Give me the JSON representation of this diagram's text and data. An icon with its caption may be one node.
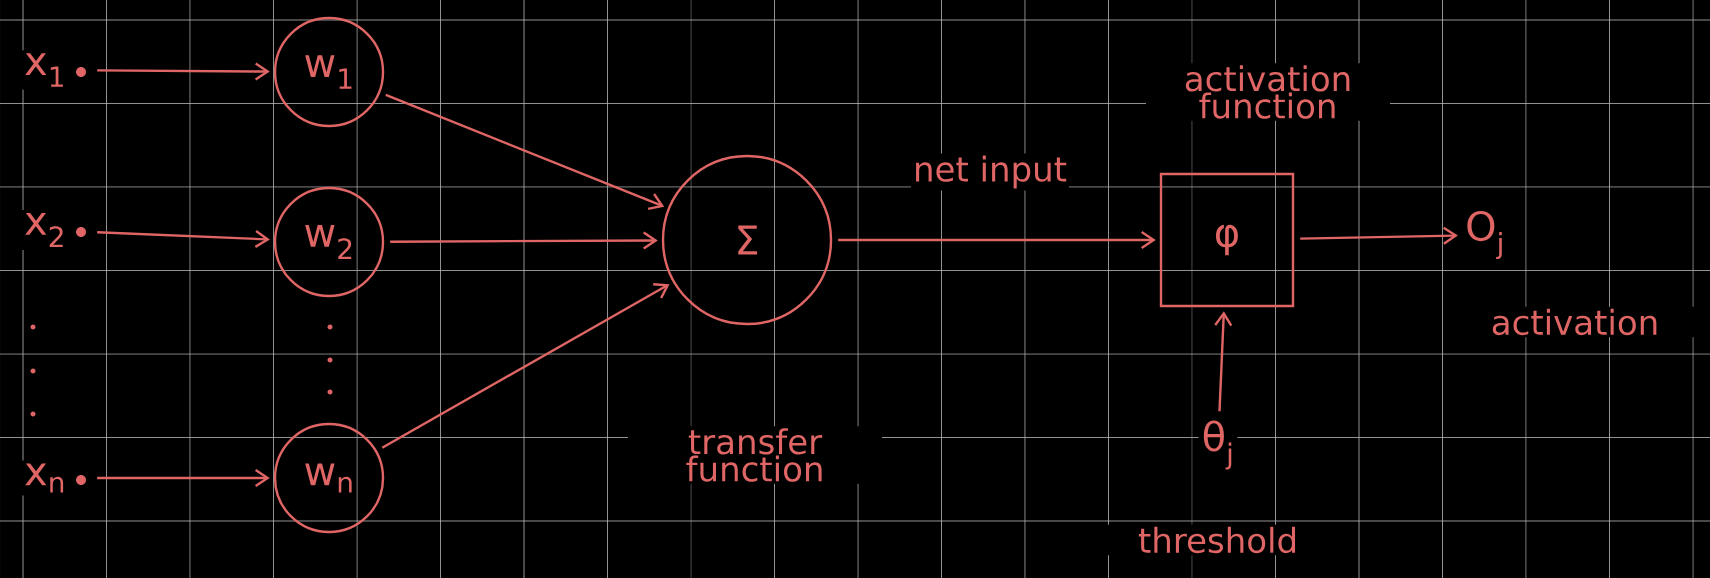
{
  "diagram": {
    "nodes": [
      {
        "text": [
          "x$_{1}$"
        ]
      },
      {
        "text": [
          "w$_{1}$"
        ]
      },
      {
        "text": [
          "x$_{2}$"
        ]
      },
      {
        "text": [
          "w$_{2}$"
        ]
      },
      {
        "text": [
          "x$_{n}$"
        ]
      },
      {
        "text": [
          "w$_{n}$"
        ]
      },
      {
        "text": [
          "Σ"
        ],
        "beside": [
          "transfer function"
        ]
      },
      {
        "text": [
          "φ"
        ],
        "beside": [
          "activation function"
        ]
      },
      {
        "text": [
          "O$_{j}$"
        ],
        "beside": [
          "activation"
        ]
      },
      {
        "text": [
          "θ$_{j}$"
        ],
        "beside": [
          "threshold"
        ]
      }
    ],
    "edges": [
      {
        "from": 0,
        "to": 1,
        "arrow": "to"
      },
      {
        "from": 2,
        "to": 3,
        "arrow": "to"
      },
      {
        "from": 4,
        "to": 5,
        "arrow": "to"
      },
      {
        "from": 1,
        "to": 6,
        "arrow": "to"
      },
      {
        "from": 3,
        "to": 6,
        "arrow": "to"
      },
      {
        "from": 5,
        "to": 6,
        "arrow": "to"
      },
      {
        "from": 6,
        "to": 7,
        "arrow": "to",
        "label": "net input"
      },
      {
        "from": 7,
        "to": 8,
        "arrow": "to"
      },
      {
        "from": 9,
        "to": 7,
        "arrow": "to"
      }
    ]
  }
}
